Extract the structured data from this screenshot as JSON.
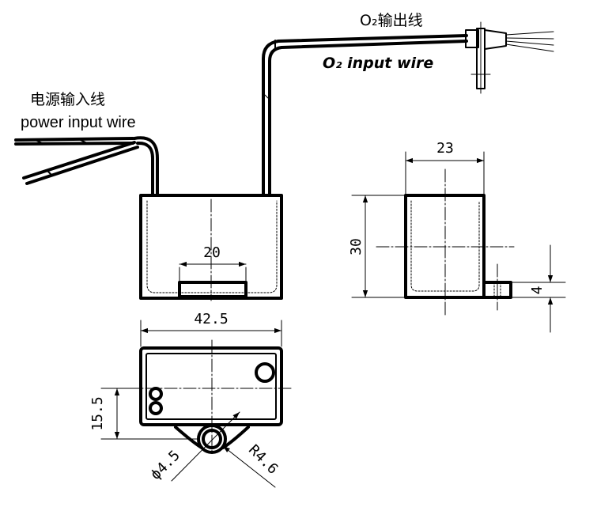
{
  "labels": {
    "power_wire_cn": "电源输入线",
    "power_wire_en": "power input wire",
    "o2_wire_cn": "O₂输出线",
    "o2_wire_en": "O₂ input wire"
  },
  "dimensions": {
    "slot_width": "20",
    "body_length": "42.5",
    "side_width": "23",
    "side_height": "30",
    "tab_thickness": "4",
    "hole_offset": "15.5",
    "hole_diameter": "ϕ4.5",
    "tab_radius": "R4.6"
  }
}
